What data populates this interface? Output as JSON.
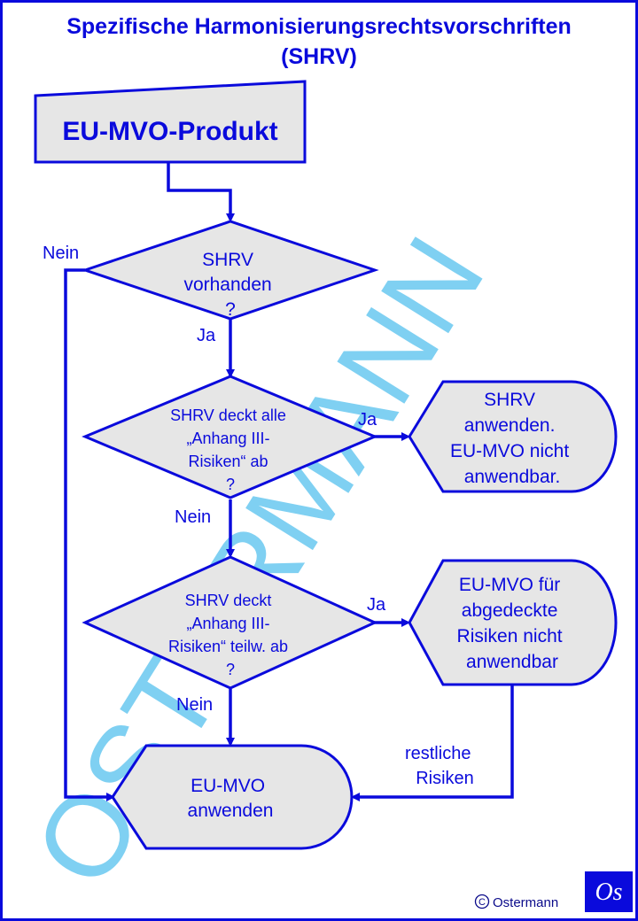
{
  "title": {
    "line1": "Spezifische Harmonisierungsrechtsvorschriften",
    "line2": "(SHRV)"
  },
  "nodes": {
    "start": "EU-MVO-Produkt",
    "decision1": [
      "SHRV",
      "vorhanden",
      "?"
    ],
    "decision2": [
      "SHRV deckt alle",
      "„Anhang III-",
      "Risiken“ ab",
      "?"
    ],
    "decision3": [
      "SHRV deckt",
      "„Anhang III-",
      "Risiken“ teilw. ab",
      "?"
    ],
    "result1": [
      "SHRV",
      "anwenden.",
      "EU-MVO nicht",
      "anwendbar."
    ],
    "result2": [
      "EU-MVO für",
      "abgedeckte",
      "Risiken nicht",
      "anwendbar"
    ],
    "end": [
      "EU-MVO",
      "anwenden"
    ]
  },
  "edges": {
    "d1_no": "Nein",
    "d1_yes": "Ja",
    "d2_yes": "Ja",
    "d2_no": "Nein",
    "d3_yes": "Ja",
    "d3_no": "Nein",
    "rest": [
      "restliche",
      "Risiken"
    ]
  },
  "watermark": "OSTERMANN",
  "copyright": "Ostermann",
  "logo": "Os",
  "colors": {
    "primary": "#0a0adc",
    "fill": "#e6e6e6",
    "watermark": "#7fd0f2"
  }
}
